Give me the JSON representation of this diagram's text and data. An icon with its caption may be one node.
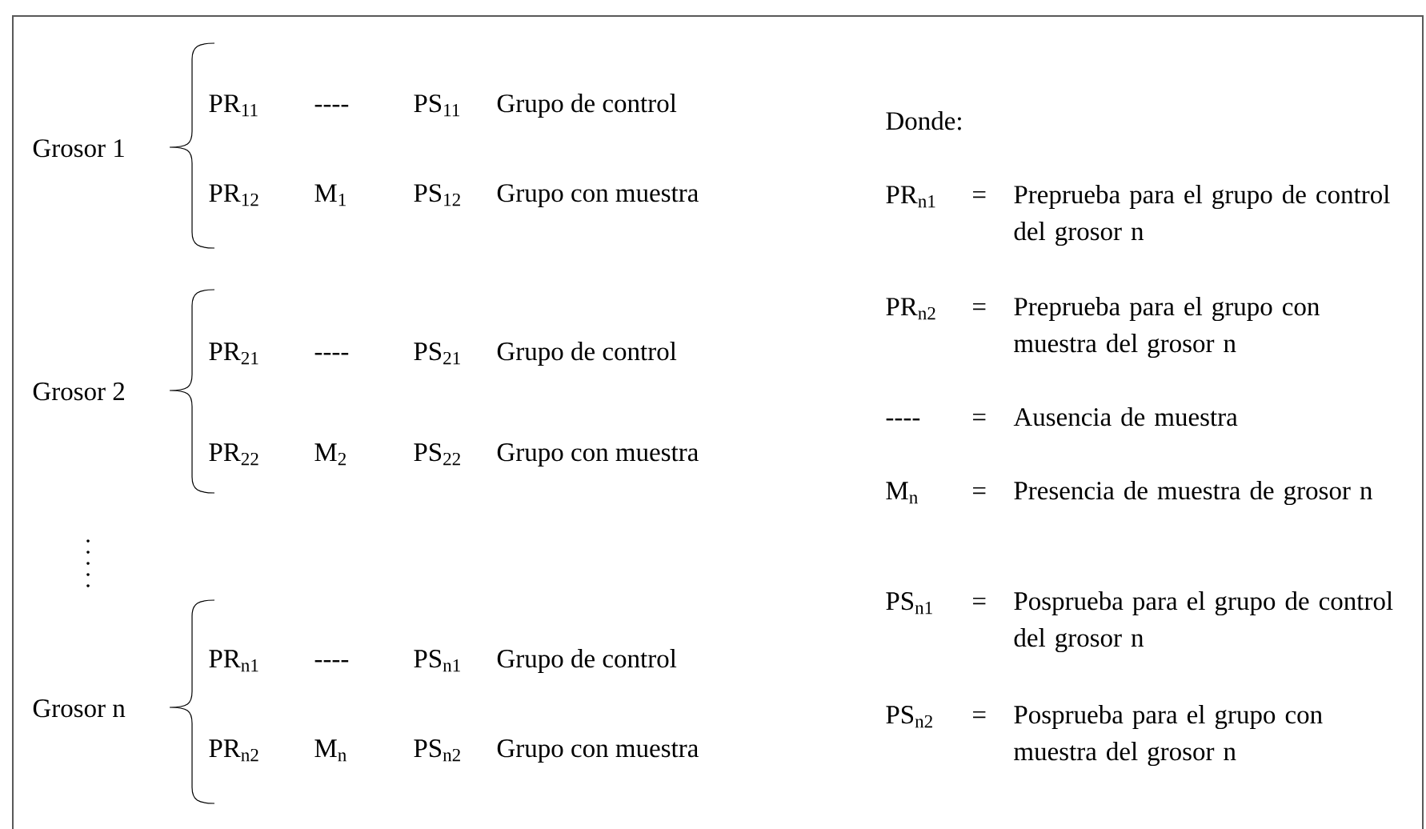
{
  "diagram": {
    "labels": [
      "Grosor 1",
      "PR$_{11}$",
      "----",
      "PS$_{11}$",
      "Grupo de control",
      "PR$_{12}$",
      "M$_{1}$",
      "PS$_{12}$",
      "Grupo con muestra",
      "Grosor 2",
      "PR$_{21}$",
      "----",
      "PS$_{21}$",
      "Grupo de control",
      "PR$_{22}$",
      "M$_{2}$",
      "PS$_{22}$",
      "Grupo con muestra",
      "Grosor n",
      "PR$_{n1}$",
      "----",
      "PS$_{n1}$",
      "Grupo de control",
      "PR$_{n2}$",
      "M$_{n}$",
      "PS$_{n2}$",
      "Grupo con muestra",
      "Donde:",
      "PR$_{n1}$",
      "=",
      "Preprueba para el grupo de control del grosor n",
      "PR$_{n2}$",
      "=",
      "Preprueba para el grupo con muestra del grosor n",
      "----",
      "=",
      "Ausencia de muestra",
      "M$_{n}$",
      "=",
      "Presencia de muestra de grosor n",
      "PS$_{n1}$",
      "=",
      "Posprueba para el grupo de control del grosor n",
      "PS$_{n2}$",
      "=",
      "Posprueba para el grupo con muestra del grosor n"
    ]
  }
}
